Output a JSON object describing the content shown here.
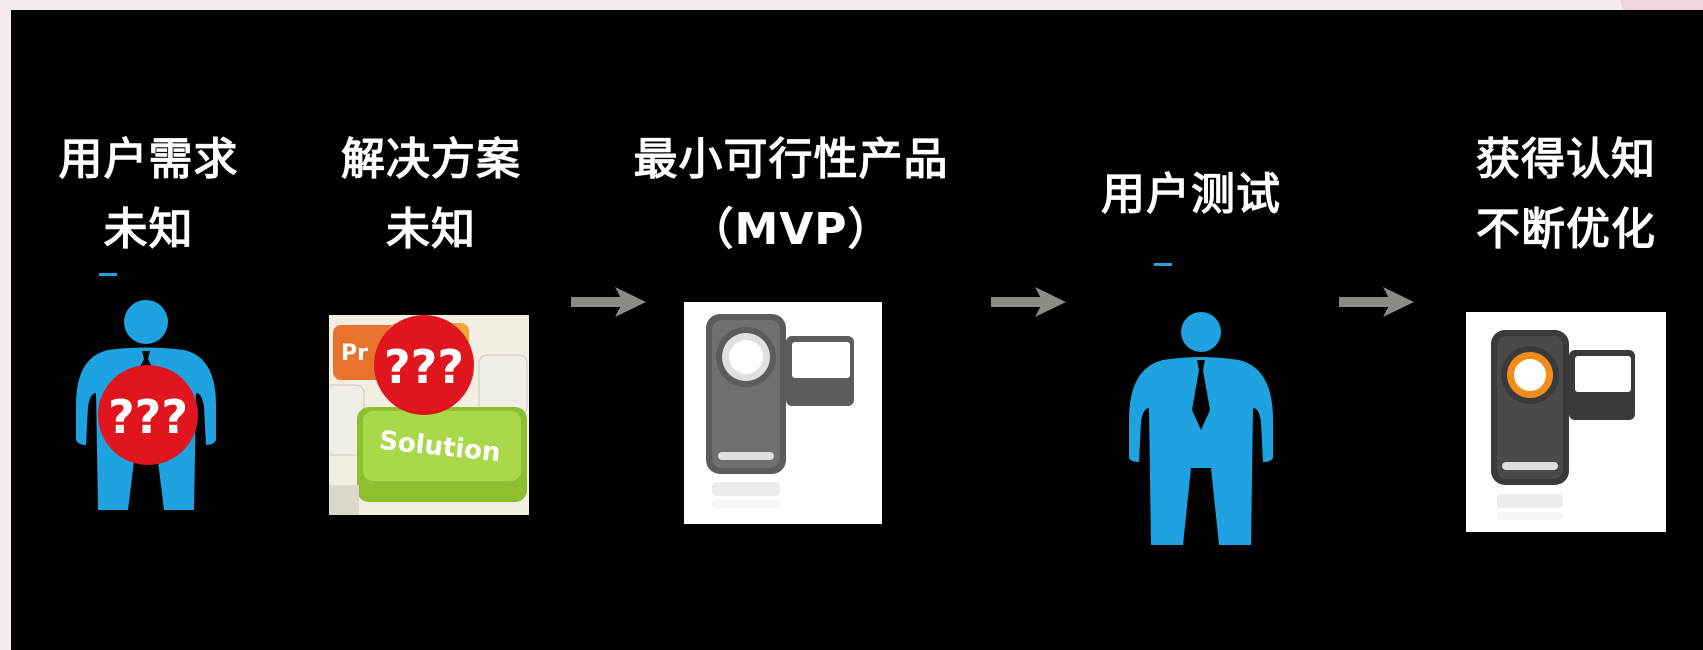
{
  "steps": [
    {
      "line1": "用户需求",
      "line2": "未知",
      "icon": "person-question-icon"
    },
    {
      "line1": "解决方案",
      "line2": "未知",
      "icon": "keyboard-question-icon",
      "key_texts": [
        "Pr",
        "Solution"
      ]
    },
    {
      "line1": "最小可行性产品",
      "line2": "（MVP）",
      "icon": "camcorder-gray-icon"
    },
    {
      "line1": "用户测试",
      "line2": "",
      "icon": "person-icon"
    },
    {
      "line1": "获得认知",
      "line2": "不断优化",
      "icon": "camcorder-orange-icon"
    }
  ],
  "question_marks": "???",
  "colors": {
    "background": "#000000",
    "person_blue": "#1fa3e0",
    "question_red": "#e0151d",
    "arrow_gray": "#8c8c86",
    "orange": "#f28c1b"
  },
  "arrows": [
    "arrow-right-icon",
    "arrow-right-icon",
    "arrow-right-icon"
  ]
}
